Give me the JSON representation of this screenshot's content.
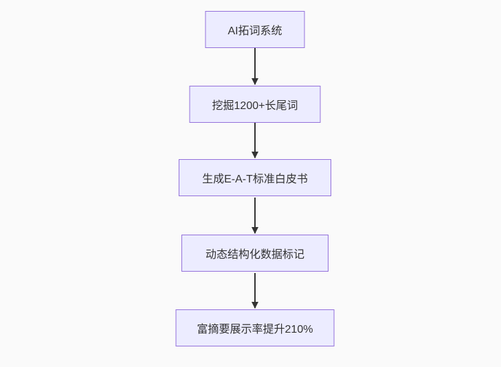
{
  "page": {
    "background_color": "#fafafa"
  },
  "diagram": {
    "type": "flowchart",
    "direction": "top-down",
    "style": {
      "node_fill": "#ececff",
      "node_border_color": "#9370db",
      "node_text_color": "#333333",
      "arrow_color": "#333333"
    },
    "nodes": [
      {
        "label": "AI拓词系统"
      },
      {
        "label": "挖掘1200+长尾词"
      },
      {
        "label": "生成E-A-T标准白皮书"
      },
      {
        "label": "动态结构化数据标记"
      },
      {
        "label": "富摘要展示率提升210%"
      }
    ],
    "edges": [
      {
        "from": "AI拓词系统",
        "to": "挖掘1200+长尾词"
      },
      {
        "from": "挖掘1200+长尾词",
        "to": "生成E-A-T标准白皮书"
      },
      {
        "from": "生成E-A-T标准白皮书",
        "to": "动态结构化数据标记"
      },
      {
        "from": "动态结构化数据标记",
        "to": "富摘要展示率提升210%"
      }
    ]
  }
}
